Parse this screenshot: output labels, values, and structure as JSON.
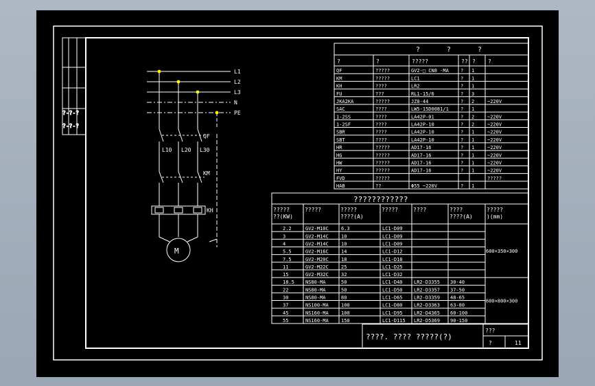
{
  "colors": {
    "background": "#000000",
    "line": "#ffffff",
    "node": "#ffff00",
    "viewport": "#aeb8c4"
  },
  "bus_labels": [
    "L1",
    "L2",
    "L3",
    "N",
    "PE"
  ],
  "device_labels": {
    "qf": "QF",
    "l1": "L10",
    "l2": "L20",
    "l3": "L30",
    "km": "KM",
    "kh": "KH",
    "motor": "M"
  },
  "parts_table": {
    "header": [
      "?",
      "?",
      "?"
    ],
    "columns": [
      "?",
      "?",
      "?????",
      "??",
      "?",
      "?"
    ],
    "rows": [
      [
        "QF",
        "?????",
        "GV2-□ CN8 -MA",
        "?",
        "1",
        ""
      ],
      [
        "KM",
        "?????",
        "LC1",
        "?",
        "1",
        ""
      ],
      [
        "KH",
        "????",
        "LR2",
        "?",
        "1",
        ""
      ],
      [
        "FU",
        "???",
        "RL1-15/6",
        "?",
        "3",
        ""
      ],
      [
        "JKA2KA",
        "?????",
        "JZ0-44",
        "?",
        "2",
        "~220V"
      ],
      [
        "SAC",
        "????",
        "LW5-15D0081/1",
        "?",
        "1",
        ""
      ],
      [
        "1-2SS",
        "????",
        "LA42P-01",
        "?",
        "2",
        "~220V"
      ],
      [
        "1-2SF",
        "????",
        "LA42P-10",
        "?",
        "2",
        "~220V"
      ],
      [
        "SBR",
        "????",
        "LA42P-10",
        "?",
        "1",
        "~220V"
      ],
      [
        "SBT",
        "????",
        "LA42P-10",
        "?",
        "1",
        "~220V"
      ],
      [
        "HR",
        "?????",
        "AD17-16",
        "?",
        "1",
        "~220V"
      ],
      [
        "HG",
        "?????",
        "AD17-16",
        "?",
        "1",
        "~220V"
      ],
      [
        "HW",
        "?????",
        "AD17-16",
        "?",
        "1",
        "~220V"
      ],
      [
        "HY",
        "?????",
        "AD17-16",
        "?",
        "1",
        "~220V"
      ],
      [
        "FVD",
        "?????",
        "",
        "",
        "",
        "?????"
      ],
      [
        "HAB",
        "??",
        "Φ55 ~220V",
        "?",
        "1",
        ""
      ]
    ]
  },
  "select_table": {
    "title": "????????????",
    "headers": [
      "?????\n??(KW)",
      "?????",
      "?????\n????(A)",
      "?????",
      "????",
      "????\n????(A)",
      "?????\n)(mm)"
    ],
    "rows": [
      [
        "2.2",
        "GV2-M10C",
        "6.3",
        "LC1-D09",
        "",
        ""
      ],
      [
        "3",
        "GV2-M14C",
        "10",
        "LC1-D09",
        "",
        ""
      ],
      [
        "4",
        "GV2-M14C",
        "10",
        "LC1-D09",
        "",
        ""
      ],
      [
        "5.5",
        "GV2-M16C",
        "14",
        "LC1-D12",
        "",
        ""
      ],
      [
        "7.5",
        "GV2-M20C",
        "18",
        "LC1-D18",
        "",
        ""
      ],
      [
        "11",
        "GV2-M22C",
        "25",
        "LC1-D25",
        "",
        ""
      ],
      [
        "15",
        "GV2-M32C",
        "32",
        "LC1-D32",
        "",
        ""
      ],
      [
        "18.5",
        "NS80-MA",
        "50",
        "LC1-D40",
        "LR2-D3355",
        "30-40"
      ],
      [
        "22",
        "NS80-MA",
        "50",
        "LC1-D50",
        "LR2-D3357",
        "37-50"
      ],
      [
        "30",
        "NS80-MA",
        "80",
        "LC1-D65",
        "LR2-D3359",
        "48-65"
      ],
      [
        "37",
        "NS100-MA",
        "100",
        "LC1-D80",
        "LR2-D3363",
        "63-80"
      ],
      [
        "45",
        "NS160-MA",
        "100",
        "LC1-D95",
        "LR2-D4365",
        "60-100"
      ],
      [
        "55",
        "NS160-MA",
        "150",
        "LC1-D115",
        "LR2-D5369",
        "90-150"
      ]
    ],
    "dims": [
      "600×350×300",
      "600×800×300"
    ]
  },
  "title_block": {
    "name": "????. ???? ?????(?)",
    "cell_a": "???",
    "cell_b": "?",
    "sheet": "11"
  },
  "side_strip": {
    "marks_a": "?-?-?",
    "marks_b": "?-?-?"
  }
}
